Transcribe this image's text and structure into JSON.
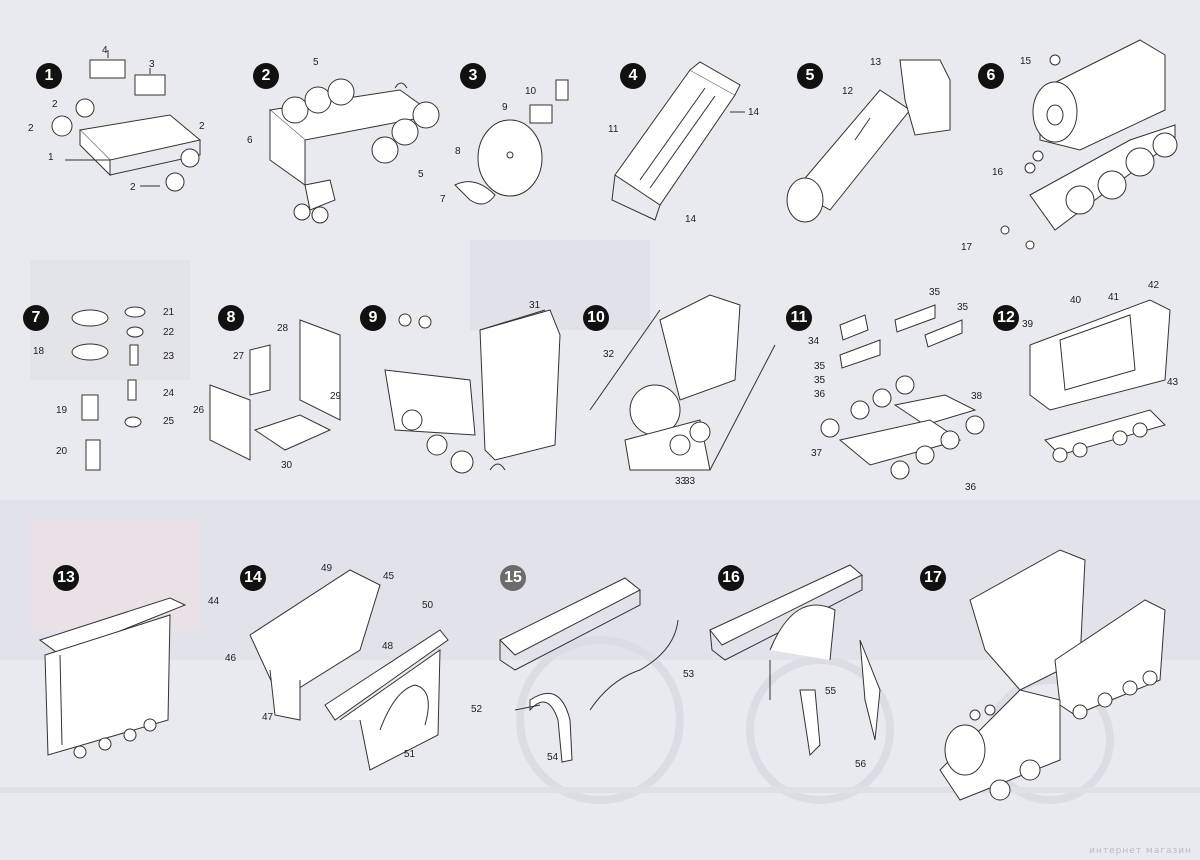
{
  "steps": [
    {
      "label": "1",
      "parts": [
        "4",
        "3",
        "2",
        "2",
        "2",
        "1",
        "2"
      ]
    },
    {
      "label": "2",
      "parts": [
        "5",
        "6",
        "5"
      ]
    },
    {
      "label": "3",
      "parts": [
        "10",
        "9",
        "8",
        "7"
      ]
    },
    {
      "label": "4",
      "parts": [
        "11",
        "14",
        "14"
      ]
    },
    {
      "label": "5",
      "parts": [
        "13",
        "12"
      ]
    },
    {
      "label": "6",
      "parts": [
        "15",
        "16",
        "17"
      ]
    },
    {
      "label": "7",
      "parts": [
        "18",
        "21",
        "22",
        "23",
        "24",
        "25",
        "19",
        "20"
      ]
    },
    {
      "label": "8",
      "parts": [
        "28",
        "27",
        "26",
        "29",
        "30"
      ]
    },
    {
      "label": "9",
      "parts": [
        "31"
      ]
    },
    {
      "label": "10",
      "parts": [
        "32",
        "33",
        "33"
      ]
    },
    {
      "label": "11",
      "parts": [
        "35",
        "35",
        "34",
        "35",
        "35",
        "36",
        "38",
        "37",
        "36"
      ]
    },
    {
      "label": "12",
      "parts": [
        "42",
        "40",
        "41",
        "39",
        "43"
      ]
    },
    {
      "label": "13",
      "parts": [
        "44"
      ]
    },
    {
      "label": "14",
      "parts": [
        "49",
        "45",
        "50",
        "46",
        "48",
        "47",
        "51"
      ]
    },
    {
      "label": "15",
      "parts": [
        "53",
        "52",
        "54"
      ]
    },
    {
      "label": "16",
      "parts": [
        "55",
        "56"
      ]
    },
    {
      "label": "17",
      "parts": []
    }
  ],
  "watermark": "интернет магазин"
}
